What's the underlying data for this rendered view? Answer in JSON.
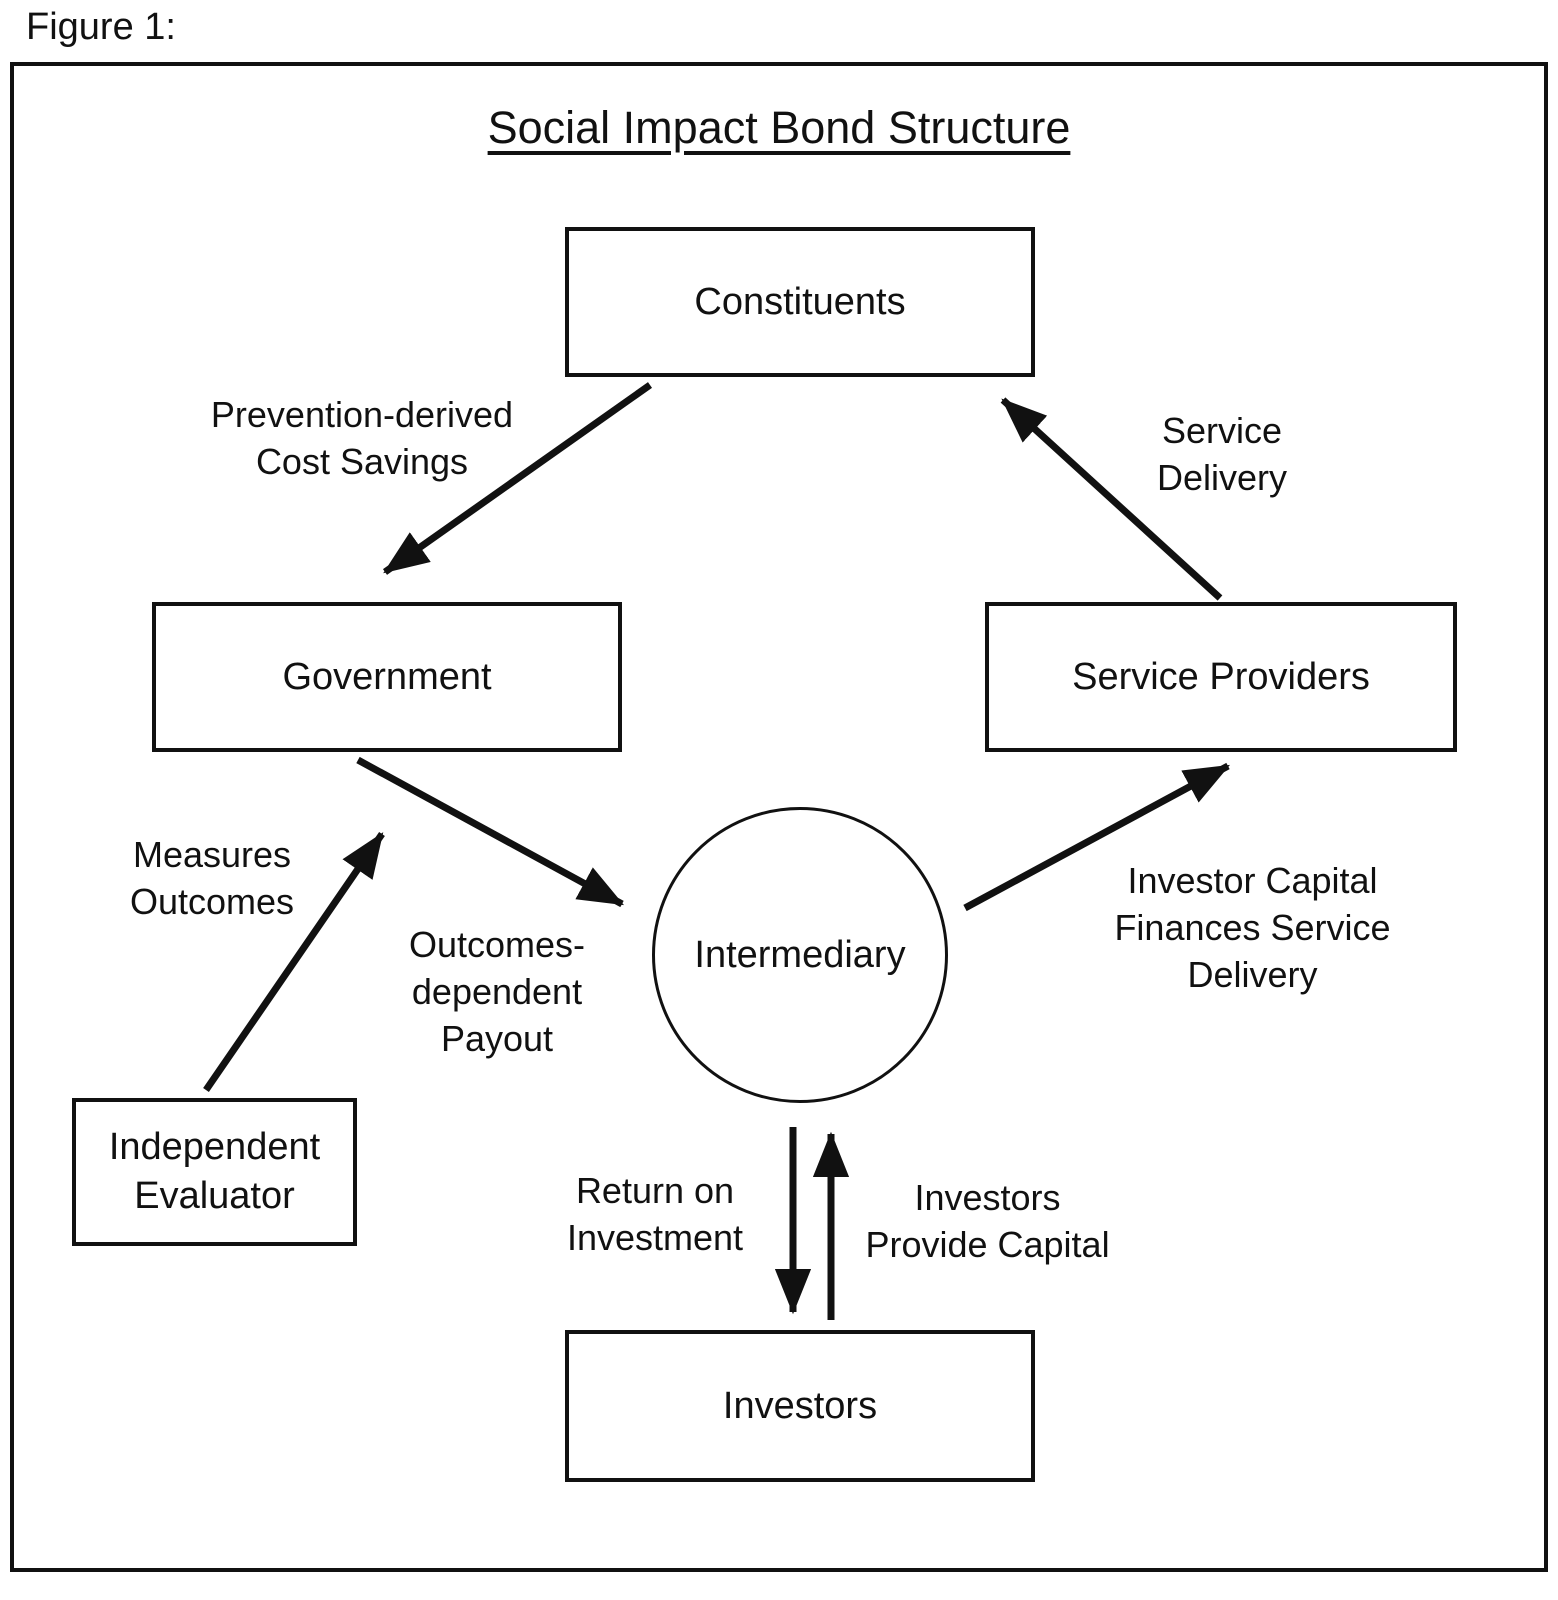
{
  "figure_label": "Figure 1:",
  "diagram": {
    "title": "Social Impact Bond Structure",
    "nodes": {
      "constituents": "Constituents",
      "government": "Government",
      "service_providers": "Service Providers",
      "intermediary": "Intermediary",
      "independent_evaluator": "Independent\nEvaluator",
      "investors": "Investors"
    },
    "edge_labels": {
      "prevention_cost_savings": "Prevention-derived\nCost Savings",
      "service_delivery": "Service\nDelivery",
      "measures_outcomes": "Measures\nOutcomes",
      "outcomes_dependent_payout": "Outcomes-\ndependent\nPayout",
      "investor_capital_finances": "Investor Capital\nFinances Service\nDelivery",
      "return_on_investment": "Return on\nInvestment",
      "investors_provide_capital": "Investors\nProvide Capital"
    },
    "edges": [
      {
        "from": "Constituents",
        "to": "Government",
        "label": "Prevention-derived Cost Savings"
      },
      {
        "from": "Service Providers",
        "to": "Constituents",
        "label": "Service Delivery"
      },
      {
        "from": "Independent Evaluator",
        "to": "Government",
        "label": "Measures Outcomes"
      },
      {
        "from": "Government",
        "to": "Intermediary",
        "label": "Outcomes-dependent Payout"
      },
      {
        "from": "Intermediary",
        "to": "Service Providers",
        "label": "Investor Capital Finances Service Delivery"
      },
      {
        "from": "Intermediary",
        "to": "Investors",
        "label": "Return on Investment"
      },
      {
        "from": "Investors",
        "to": "Intermediary",
        "label": "Investors Provide Capital"
      }
    ],
    "colors": {
      "line": "#111111",
      "background": "#ffffff",
      "text": "#111111"
    }
  }
}
